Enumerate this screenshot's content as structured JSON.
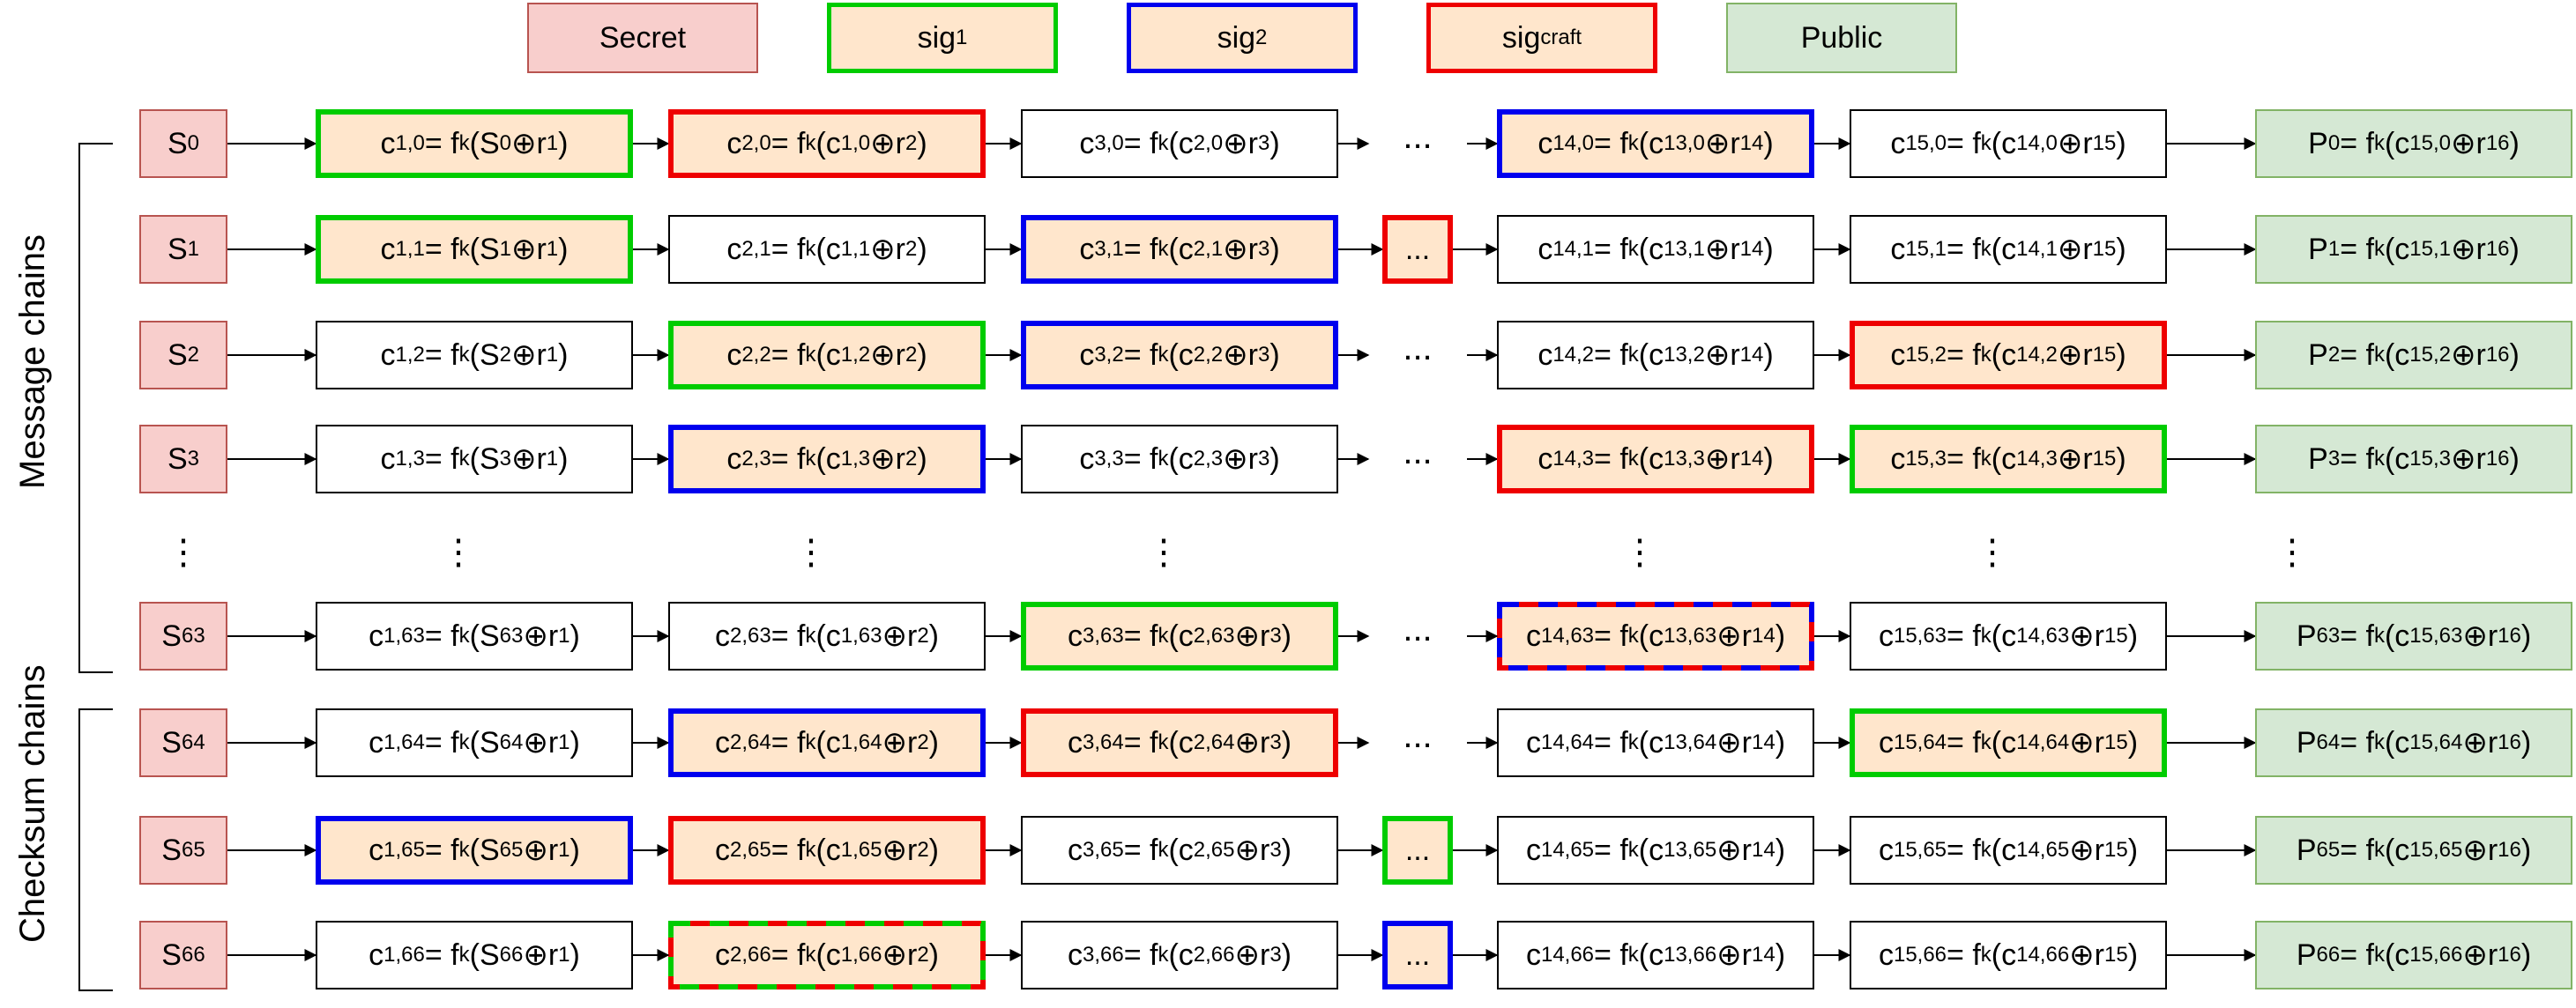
{
  "colors": {
    "secret_fill": "#f8cecc",
    "secret_border": "#b85450",
    "public_fill": "#d5e8d4",
    "public_border": "#82b366",
    "sig_fill": "#ffe6cc",
    "sig1_border": "#00cc00",
    "sig2_border": "#0000ee",
    "sigcraft_border": "#ee0000"
  },
  "legend": [
    {
      "key": "secret",
      "label": "Secret",
      "sub": ""
    },
    {
      "key": "sig1",
      "label": "sig",
      "sub": "1"
    },
    {
      "key": "sig2",
      "label": "sig",
      "sub": "2"
    },
    {
      "key": "sigcraft",
      "label": "sig",
      "sub": "craft"
    },
    {
      "key": "public",
      "label": "Public",
      "sub": ""
    }
  ],
  "groups": {
    "message": "Message chains",
    "checksum": "Checksum chains"
  },
  "ellipsis": "...",
  "vdots": "⋮",
  "rows": [
    {
      "idx": "0",
      "cells": [
        {
          "col": 1,
          "label": "c<sub>1,0</sub> = f<sub>k</sub>(S<sub>0</sub>⊕r<sub>1</sub>)",
          "style": "sig1"
        },
        {
          "col": 2,
          "label": "c<sub>2,0</sub> = f<sub>k</sub>(c<sub>1,0</sub>⊕r<sub>2</sub>)",
          "style": "sigcraft"
        },
        {
          "col": 3,
          "label": "c<sub>3,0</sub> = f<sub>k</sub>(c<sub>2,0</sub>⊕r<sub>3</sub>)",
          "style": "plain"
        },
        {
          "col": 14,
          "label": "c<sub>14,0</sub> = f<sub>k</sub>(c<sub>13,0</sub>⊕r<sub>14</sub>)",
          "style": "sig2"
        },
        {
          "col": 15,
          "label": "c<sub>15,0</sub> = f<sub>k</sub>(c<sub>14,0</sub>⊕r<sub>15</sub>)",
          "style": "plain"
        }
      ],
      "public": "P<sub>0</sub> = f<sub>k</sub>(c<sub>15,0</sub>⊕r<sub>16</sub>)",
      "dots": "plain"
    },
    {
      "idx": "1",
      "cells": [
        {
          "col": 1,
          "label": "c<sub>1,1</sub> = f<sub>k</sub>(S<sub>1</sub>⊕r<sub>1</sub>)",
          "style": "sig1"
        },
        {
          "col": 2,
          "label": "c<sub>2,1</sub> = f<sub>k</sub>(c<sub>1,1</sub>⊕r<sub>2</sub>)",
          "style": "plain"
        },
        {
          "col": 3,
          "label": "c<sub>3,1</sub> = f<sub>k</sub>(c<sub>2,1</sub>⊕r<sub>3</sub>)",
          "style": "sig2"
        },
        {
          "col": 14,
          "label": "c<sub>14,1</sub> = f<sub>k</sub>(c<sub>13,1</sub>⊕r<sub>14</sub>)",
          "style": "plain"
        },
        {
          "col": 15,
          "label": "c<sub>15,1</sub> = f<sub>k</sub>(c<sub>14,1</sub>⊕r<sub>15</sub>)",
          "style": "plain"
        }
      ],
      "public": "P<sub>1</sub> = f<sub>k</sub>(c<sub>15,1</sub>⊕r<sub>16</sub>)",
      "dots": "sigcraft"
    },
    {
      "idx": "2",
      "cells": [
        {
          "col": 1,
          "label": "c<sub>1,2</sub> = f<sub>k</sub>(S<sub>2</sub>⊕r<sub>1</sub>)",
          "style": "plain"
        },
        {
          "col": 2,
          "label": "c<sub>2,2</sub> = f<sub>k</sub>(c<sub>1,2</sub>⊕r<sub>2</sub>)",
          "style": "sig1"
        },
        {
          "col": 3,
          "label": "c<sub>3,2</sub> = f<sub>k</sub>(c<sub>2,2</sub>⊕r<sub>3</sub>)",
          "style": "sig2"
        },
        {
          "col": 14,
          "label": "c<sub>14,2</sub> = f<sub>k</sub>(c<sub>13,2</sub>⊕r<sub>14</sub>)",
          "style": "plain"
        },
        {
          "col": 15,
          "label": "c<sub>15,2</sub> = f<sub>k</sub>(c<sub>14,2</sub>⊕r<sub>15</sub>)",
          "style": "sigcraft"
        }
      ],
      "public": "P<sub>2</sub> = f<sub>k</sub>(c<sub>15,2</sub>⊕r<sub>16</sub>)",
      "dots": "plain"
    },
    {
      "idx": "3",
      "cells": [
        {
          "col": 1,
          "label": "c<sub>1,3</sub> = f<sub>k</sub>(S<sub>3</sub>⊕r<sub>1</sub>)",
          "style": "plain"
        },
        {
          "col": 2,
          "label": "c<sub>2,3</sub> = f<sub>k</sub>(c<sub>1,3</sub>⊕r<sub>2</sub>)",
          "style": "sig2"
        },
        {
          "col": 3,
          "label": "c<sub>3,3</sub> = f<sub>k</sub>(c<sub>2,3</sub>⊕r<sub>3</sub>)",
          "style": "plain"
        },
        {
          "col": 14,
          "label": "c<sub>14,3</sub> = f<sub>k</sub>(c<sub>13,3</sub>⊕r<sub>14</sub>)",
          "style": "sigcraft"
        },
        {
          "col": 15,
          "label": "c<sub>15,3</sub> = f<sub>k</sub>(c<sub>14,3</sub>⊕r<sub>15</sub>)",
          "style": "sig1"
        }
      ],
      "public": "P<sub>3</sub> = f<sub>k</sub>(c<sub>15,3</sub>⊕r<sub>16</sub>)",
      "dots": "plain"
    },
    {
      "idx": "63",
      "cells": [
        {
          "col": 1,
          "label": "c<sub>1,63</sub> = f<sub>k</sub>(S<sub>63</sub>⊕r<sub>1</sub>)",
          "style": "plain"
        },
        {
          "col": 2,
          "label": "c<sub>2,63</sub> = f<sub>k</sub>(c<sub>1,63</sub>⊕r<sub>2</sub>)",
          "style": "plain"
        },
        {
          "col": 3,
          "label": "c<sub>3,63</sub> = f<sub>k</sub>(c<sub>2,63</sub>⊕r<sub>3</sub>)",
          "style": "sig1"
        },
        {
          "col": 14,
          "label": "c<sub>14,63</sub> = f<sub>k</sub>(c<sub>13,63</sub>⊕r<sub>14</sub>)",
          "style": "dash-red-blue"
        },
        {
          "col": 15,
          "label": "c<sub>15,63</sub> = f<sub>k</sub>(c<sub>14,63</sub>⊕r<sub>15</sub>)",
          "style": "plain"
        }
      ],
      "public": "P<sub>63</sub> = f<sub>k</sub>(c<sub>15,63</sub>⊕r<sub>16</sub>)",
      "dots": "plain"
    },
    {
      "idx": "64",
      "cells": [
        {
          "col": 1,
          "label": "c<sub>1,64</sub> = f<sub>k</sub>(S<sub>64</sub>⊕r<sub>1</sub>)",
          "style": "plain"
        },
        {
          "col": 2,
          "label": "c<sub>2,64</sub> = f<sub>k</sub>(c<sub>1,64</sub>⊕r<sub>2</sub>)",
          "style": "sig2"
        },
        {
          "col": 3,
          "label": "c<sub>3,64</sub> = f<sub>k</sub>(c<sub>2,64</sub>⊕r<sub>3</sub>)",
          "style": "sigcraft"
        },
        {
          "col": 14,
          "label": "c<sub>14,64</sub> = f<sub>k</sub>(c<sub>13,64</sub>⊕r<sub>14</sub>)",
          "style": "plain"
        },
        {
          "col": 15,
          "label": "c<sub>15,64</sub> = f<sub>k</sub>(c<sub>14,64</sub>⊕r<sub>15</sub>)",
          "style": "sig1"
        }
      ],
      "public": "P<sub>64</sub> = f<sub>k</sub>(c<sub>15,64</sub>⊕r<sub>16</sub>)",
      "dots": "plain"
    },
    {
      "idx": "65",
      "cells": [
        {
          "col": 1,
          "label": "c<sub>1,65</sub> = f<sub>k</sub>(S<sub>65</sub>⊕r<sub>1</sub>)",
          "style": "sig2"
        },
        {
          "col": 2,
          "label": "c<sub>2,65</sub> = f<sub>k</sub>(c<sub>1,65</sub>⊕r<sub>2</sub>)",
          "style": "sigcraft"
        },
        {
          "col": 3,
          "label": "c<sub>3,65</sub> = f<sub>k</sub>(c<sub>2,65</sub>⊕r<sub>3</sub>)",
          "style": "plain"
        },
        {
          "col": 14,
          "label": "c<sub>14,65</sub> = f<sub>k</sub>(c<sub>13,65</sub>⊕r<sub>14</sub>)",
          "style": "plain"
        },
        {
          "col": 15,
          "label": "c<sub>15,65</sub> = f<sub>k</sub>(c<sub>14,65</sub>⊕r<sub>15</sub>)",
          "style": "plain"
        }
      ],
      "public": "P<sub>65</sub> = f<sub>k</sub>(c<sub>15,65</sub>⊕r<sub>16</sub>)",
      "dots": "sig1"
    },
    {
      "idx": "66",
      "cells": [
        {
          "col": 1,
          "label": "c<sub>1,66</sub> = f<sub>k</sub>(S<sub>66</sub>⊕r<sub>1</sub>)",
          "style": "plain"
        },
        {
          "col": 2,
          "label": "c<sub>2,66</sub> = f<sub>k</sub>(c<sub>1,66</sub>⊕r<sub>2</sub>)",
          "style": "dash-red-green"
        },
        {
          "col": 3,
          "label": "c<sub>3,66</sub> = f<sub>k</sub>(c<sub>2,66</sub>⊕r<sub>3</sub>)",
          "style": "plain"
        },
        {
          "col": 14,
          "label": "c<sub>14,66</sub> = f<sub>k</sub>(c<sub>13,66</sub>⊕r<sub>14</sub>)",
          "style": "plain"
        },
        {
          "col": 15,
          "label": "c<sub>15,66</sub> = f<sub>k</sub>(c<sub>14,66</sub>⊕r<sub>15</sub>)",
          "style": "plain"
        }
      ],
      "public": "P<sub>66</sub> = f<sub>k</sub>(c<sub>15,66</sub>⊕r<sub>16</sub>)",
      "dots": "sig2"
    }
  ]
}
